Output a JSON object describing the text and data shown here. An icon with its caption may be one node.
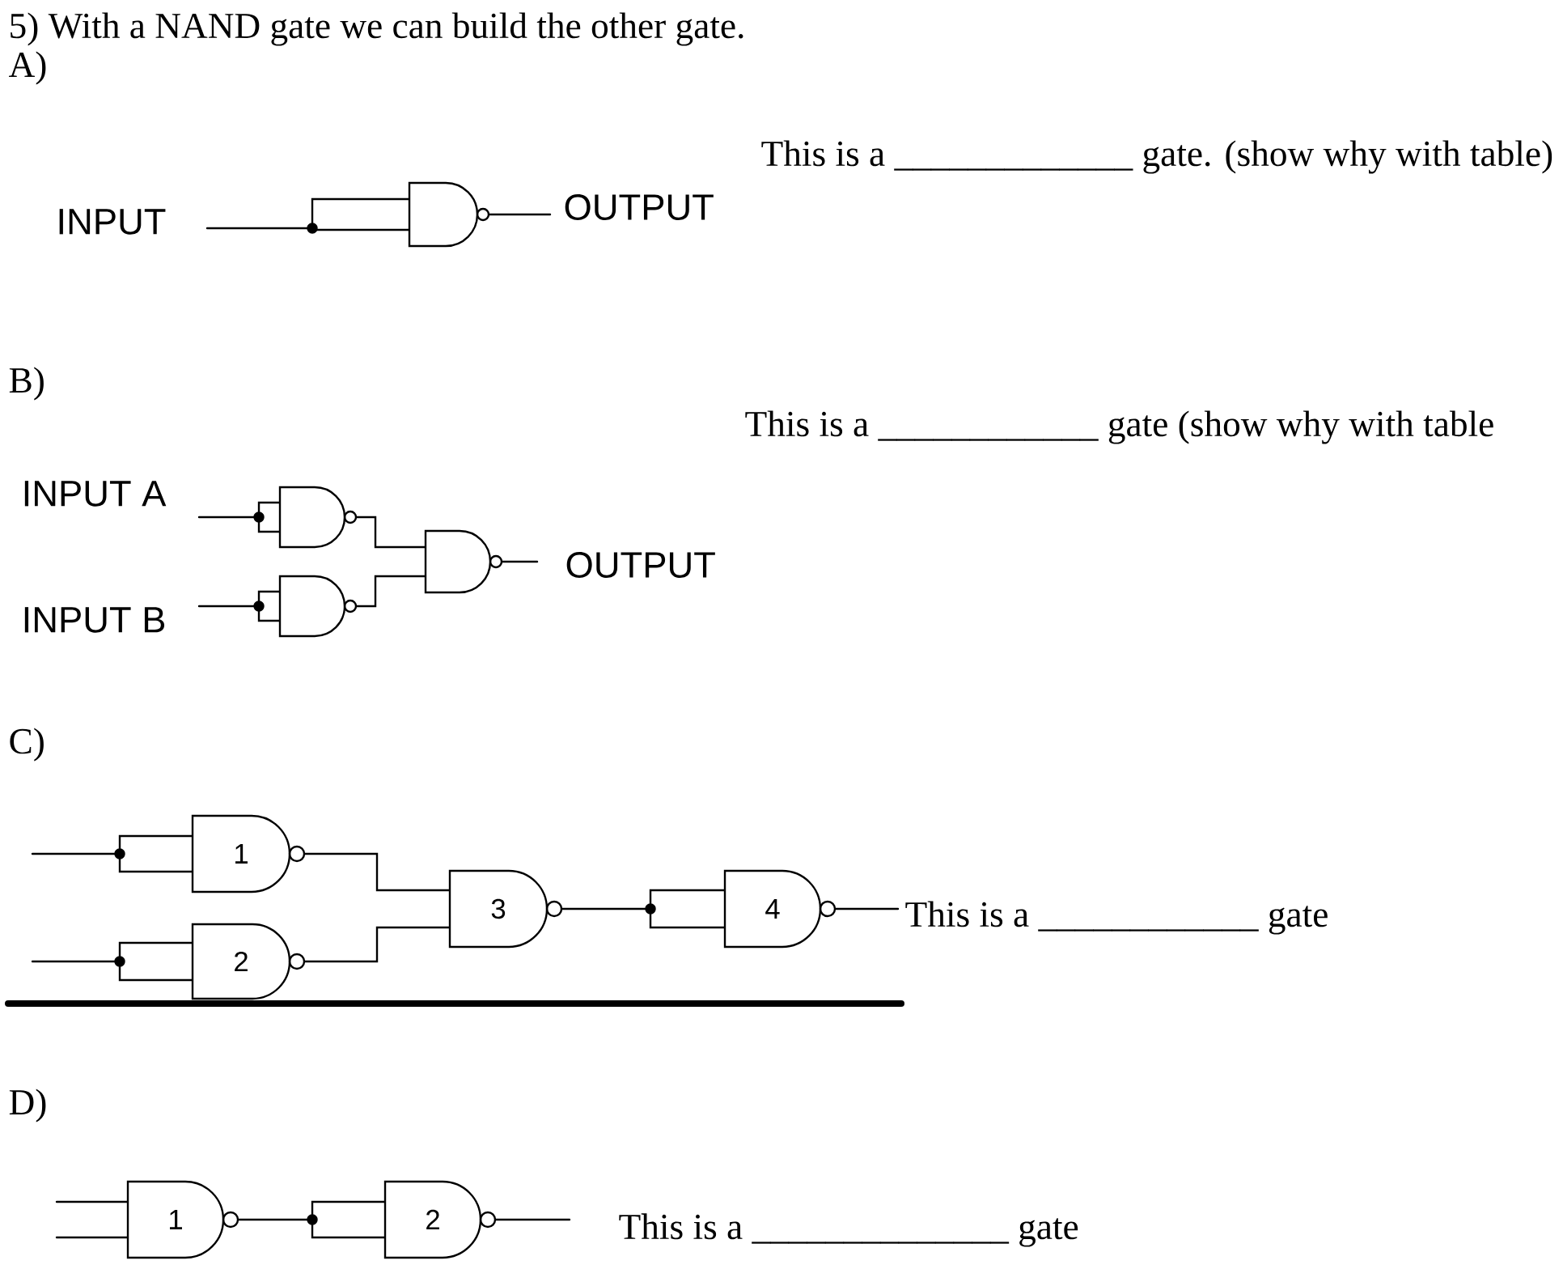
{
  "diagram": {
    "title": "5) With a NAND gate we can build the other gate.",
    "nodes": [
      {
        "text": [
          "INPUT"
        ]
      },
      {
        "text": [],
        "shape": "gate"
      },
      {
        "text": [
          "OUTPUT"
        ]
      },
      {
        "text": [
          "INPUT A"
        ]
      },
      {
        "text": [
          "INPUT B"
        ]
      },
      {
        "text": [],
        "shape": "gate"
      },
      {
        "text": [],
        "shape": "gate"
      },
      {
        "text": [],
        "shape": "gate"
      },
      {
        "text": [
          "OUTPUT"
        ]
      },
      {
        "text": [
          "1"
        ]
      },
      {
        "text": [
          "2"
        ]
      },
      {
        "text": [
          "3"
        ]
      },
      {
        "text": [
          "4"
        ]
      },
      {
        "text": [
          "1"
        ]
      },
      {
        "text": [
          "2"
        ]
      },
      {
        "text": [
          "This is a ____________ gate"
        ]
      }
    ],
    "edges": [
      {
        "from": 0,
        "to": 1,
        "arrow": "none"
      },
      {
        "from": 1,
        "to": 2,
        "arrow": "none"
      },
      {
        "from": 3,
        "to": 5,
        "arrow": "none"
      },
      {
        "from": 4,
        "to": 6,
        "arrow": "none"
      },
      {
        "from": 5,
        "to": 7,
        "arrow": "none"
      },
      {
        "from": 6,
        "to": 7,
        "arrow": "none"
      },
      {
        "from": 7,
        "to": 8,
        "arrow": "none"
      },
      {
        "from": null,
        "to": 9,
        "arrow": "none"
      },
      {
        "from": null,
        "to": 10,
        "arrow": "none"
      },
      {
        "from": 9,
        "to": 11,
        "arrow": "none"
      },
      {
        "from": 10,
        "to": 11,
        "arrow": "none"
      },
      {
        "from": 11,
        "to": 12,
        "arrow": "none"
      },
      {
        "from": 12,
        "to": 15,
        "arrow": "none"
      },
      {
        "from": null,
        "to": 13,
        "arrow": "none"
      },
      {
        "from": null,
        "to": 13,
        "arrow": "none"
      },
      {
        "from": 13,
        "to": 14,
        "arrow": "none"
      },
      {
        "from": 14,
        "to": null,
        "arrow": "none"
      }
    ],
    "labels": [
      "A)",
      "This is a _____________ gate. (show why with table)",
      "B)",
      "This is a ____________ gate (show why with table",
      "C)",
      "D)",
      "This is a ______________ gate"
    ]
  }
}
